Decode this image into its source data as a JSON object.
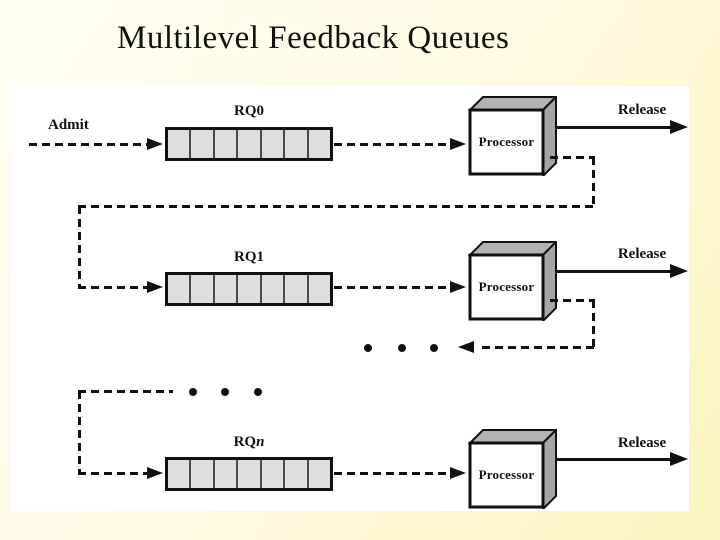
{
  "slide": {
    "title": "Multilevel Feedback Queues"
  },
  "diagram": {
    "admit_label": "Admit",
    "rows": [
      {
        "queue_prefix": "RQ",
        "queue_suffix": "0",
        "processor_label": "Processor",
        "release_label": "Release"
      },
      {
        "queue_prefix": "RQ",
        "queue_suffix": "1",
        "processor_label": "Processor",
        "release_label": "Release"
      },
      {
        "queue_prefix": "RQ",
        "queue_suffix": "n",
        "processor_label": "Processor",
        "release_label": "Release"
      }
    ],
    "queue_cell_count": 7,
    "ellipsis_glyph": "• • •",
    "ellipsis_groups": 2,
    "colors": {
      "background_top": "#fffef4",
      "background_bottom": "#faf3bc",
      "panel": "#ffffff",
      "queue_fill": "#dedede",
      "queue_border": "#111111",
      "box_top_face": "#b2b2b2",
      "box_right_face": "#a6a6a6",
      "box_front_face": "#ffffff",
      "line": "#111111",
      "title_text": "#111111"
    }
  }
}
